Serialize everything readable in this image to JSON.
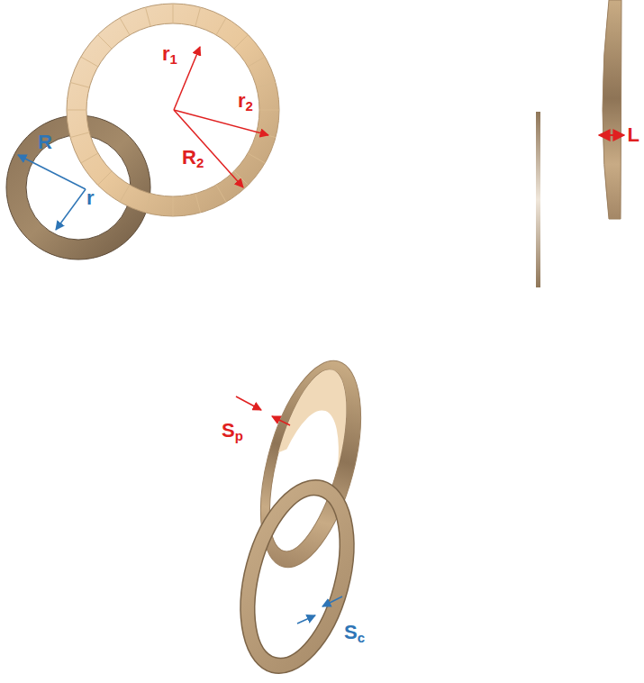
{
  "diagram": {
    "labels": [
      "r1",
      "r2",
      "R2",
      "R",
      "r",
      "L",
      "Sp",
      "Sc"
    ]
  }
}
